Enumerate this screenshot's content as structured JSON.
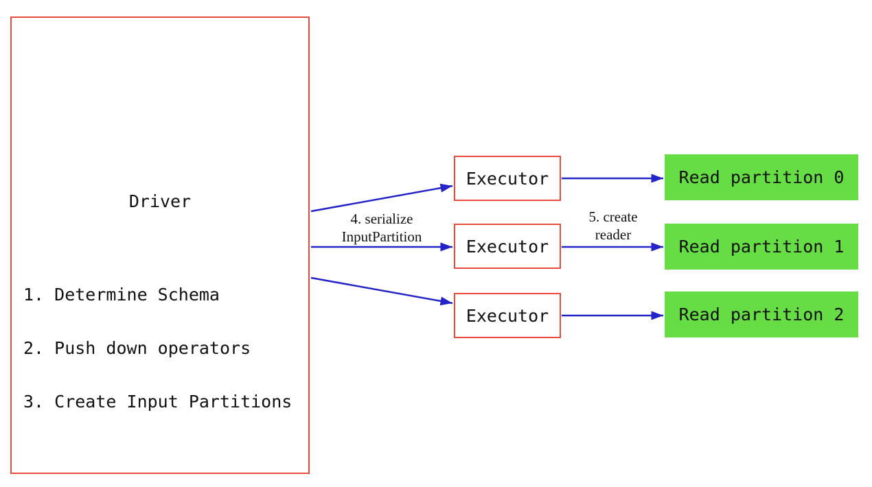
{
  "driver": {
    "title": "Driver",
    "steps": [
      "1. Determine Schema",
      "2. Push down operators",
      "3. Create Input Partitions"
    ]
  },
  "executors": [
    "Executor",
    "Executor",
    "Executor"
  ],
  "partitions": [
    "Read partition 0",
    "Read partition 1",
    "Read partition 2"
  ],
  "labels": {
    "serialize_step": {
      "line1": "4. serialize",
      "line2": "InputPartition"
    },
    "create_reader_step": {
      "line1": "5. create",
      "line2": "reader"
    }
  },
  "colors": {
    "box-red": "#e8493a",
    "partition-green": "#66dd44",
    "arrow-blue": "#2323c8",
    "text-color": "#111111",
    "background": "#ffffff"
  }
}
